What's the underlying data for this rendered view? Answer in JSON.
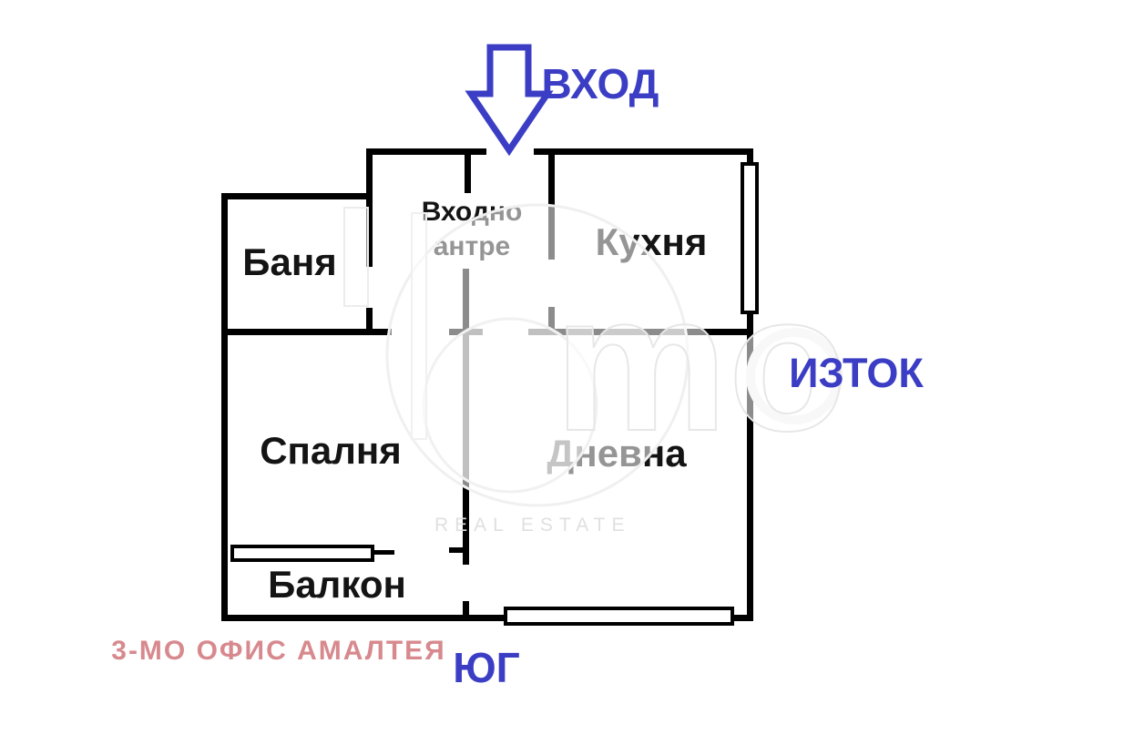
{
  "plan": {
    "rooms": {
      "bathroom": "Баня",
      "hall_line1": "Входно",
      "hall_line2": "антре",
      "kitchen": "Кухня",
      "bedroom": "Спалня",
      "living": "Дневна",
      "balcony": "Балкон"
    },
    "compass": {
      "entrance": "ВХОД",
      "east": "ИЗТОК",
      "south": "ЮГ"
    }
  },
  "footer": {
    "agency": "3-МО ОФИС АМАЛТЕЯ"
  },
  "watermark": {
    "letters": "mo",
    "caption": "REAL ESTATE"
  },
  "colors": {
    "wall": "#000000",
    "label_black": "#141414",
    "direction_blue": "#3b3ec4",
    "agency_pink": "#d7898e",
    "watermark_gray": "#e9e9e9"
  }
}
